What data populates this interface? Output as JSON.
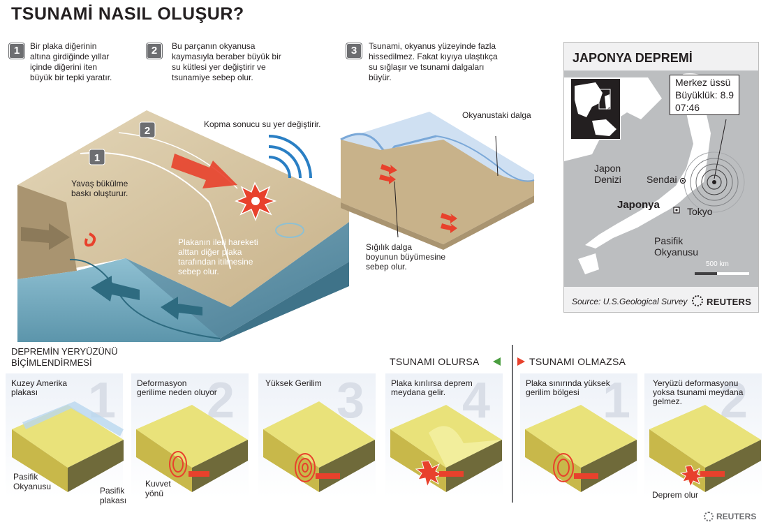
{
  "title": "TSUNAMİ NASIL OLUŞUR?",
  "steps": [
    {
      "num": "1",
      "text_lines": [
        "Bir plaka diğerinin",
        "altına girdiğinde yıllar",
        "içinde diğerini iten",
        "büyük bir tepki yaratır."
      ]
    },
    {
      "num": "2",
      "text_lines": [
        "Bu parçanın okyanusa",
        "kaymasıyla beraber büyük bir",
        "su kütlesi yer değiştirir ve",
        "tsunamiye sebep olur."
      ]
    },
    {
      "num": "3",
      "text_lines": [
        "Tsunami, okyanus yüzeyinde fazla",
        "hissedilmez. Fakat kıyıya ulaştıkça",
        "su sığlaşır ve tsunami dalgaları",
        "büyür."
      ]
    }
  ],
  "main_diagram": {
    "marker1": "1",
    "marker2": "2",
    "bending_lines": [
      "Yavaş bükülme",
      "baskı oluşturur."
    ],
    "rupture_label": "Kopma sonucu su yer değiştirir.",
    "push_lines": [
      "Plakanın ileri hareketi",
      "alttan diğer plaka",
      "tarafından itilmesine",
      "sebep olur."
    ]
  },
  "wave_diagram": {
    "ocean_wave_label": "Okyanustaki dalga",
    "shallow_lines": [
      "Sığılık dalga",
      "boyunun büyümesine",
      "sebep olur."
    ]
  },
  "map": {
    "title": "JAPONYA DEPREMİ",
    "epicenter_lines": [
      "Merkez üssü",
      "Büyüklük: 8.9",
      "07:46"
    ],
    "sea_lines": [
      "Japon",
      "Denizi"
    ],
    "sendai": "Sendai",
    "japan": "Japonya",
    "tokyo": "Tokyo",
    "ocean_lines": [
      "Pasifik",
      "Okyanusu"
    ],
    "scale": "500 km",
    "source": "Source: U.S.Geological Survey",
    "brand": "REUTERS"
  },
  "bottom": {
    "section_lines": [
      "DEPREMİN YERYÜZÜNÜ",
      "BİÇİMLENDİRMESİ"
    ],
    "tsunami_yes": "TSUNAMI OLURSA",
    "tsunami_no": "TSUNAMI OLMAZSA",
    "panels": [
      {
        "num": "1",
        "text_lines": [
          "Kuzey Amerika",
          "plakası"
        ]
      },
      {
        "num": "2",
        "text_lines": [
          "Deformasyon",
          "gerilime neden oluyor"
        ]
      },
      {
        "num": "3",
        "text_lines": [
          "Yüksek Gerilim"
        ]
      },
      {
        "num": "4",
        "text_lines": [
          "Plaka kırılırsa deprem",
          "meydana gelir."
        ]
      },
      {
        "num": "1",
        "text_lines": [
          "Plaka sınırında yüksek",
          "gerilim bölgesi"
        ]
      },
      {
        "num": "2",
        "text_lines": [
          "Yeryüzü deformasyonu",
          "yoksa tsunami meydana",
          "gelmez."
        ]
      }
    ],
    "pacific_ocean_lines": [
      "Pasifik",
      "Okyanusu"
    ],
    "pacific_plate_lines": [
      "Pasifik",
      "plakası"
    ],
    "force_lines": [
      "Kuvvet",
      "yönü"
    ],
    "quake_label": "Deprem olur",
    "brand": "REUTERS"
  },
  "colors": {
    "step_badge": "#6d6e71",
    "arrow_red": "#e8412c",
    "ocean": "#5a8fa6",
    "land": "#c9b78f",
    "wave_blue": "#2a7fc4"
  }
}
